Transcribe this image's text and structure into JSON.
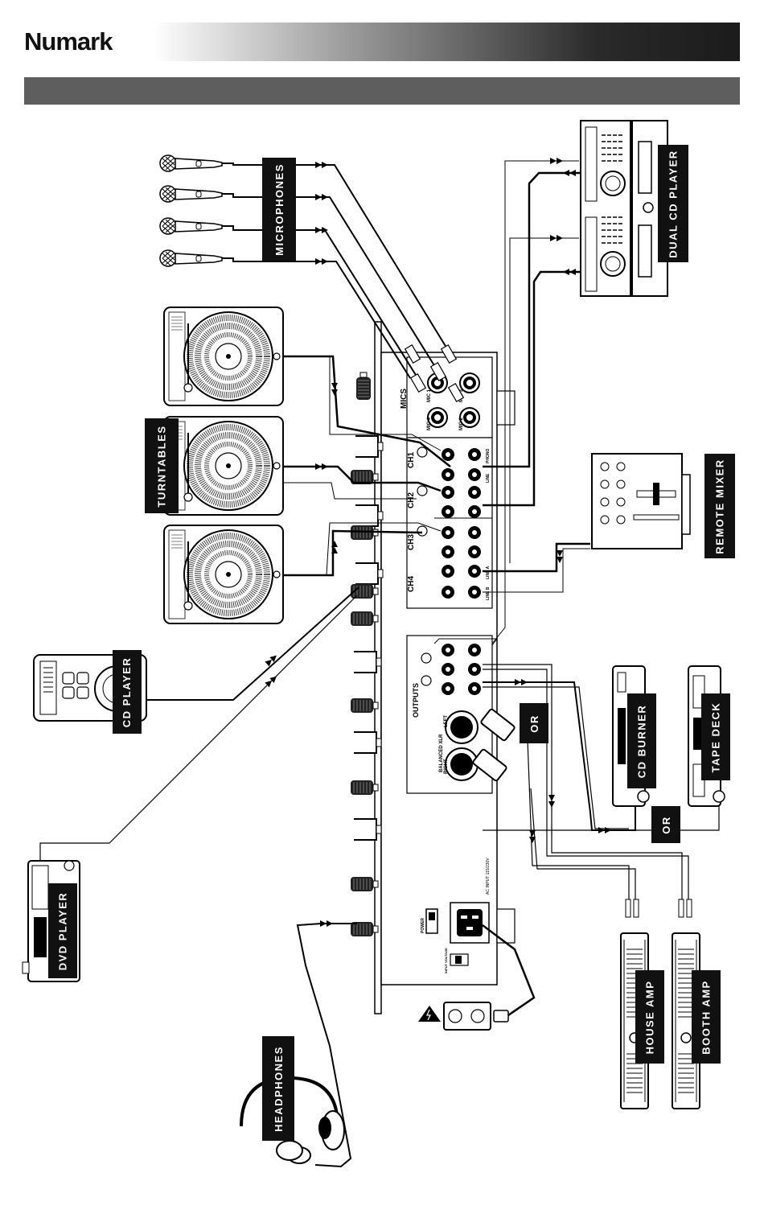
{
  "header": {
    "brand": "Numark"
  },
  "labels": {
    "microphones": "MICROPHONES",
    "turntables": "TURNTABLES",
    "cd_player": "CD PLAYER",
    "dvd_player": "DVD PLAYER",
    "headphones": "HEADPHONES",
    "dual_cd_player": "DUAL CD PLAYER",
    "remote_mixer": "REMOTE MIXER",
    "cd_burner": "CD BURNER",
    "tape_deck": "TAPE DECK",
    "house_amp": "HOUSE AMP",
    "booth_amp": "BOOTH AMP",
    "or_1": "OR",
    "or_2": "OR"
  },
  "mixer": {
    "mics": "MICS",
    "mic1": "MIC 1",
    "mic2": "MIC 2",
    "mic3": "MIC 3",
    "mic4": "MIC 4",
    "ch1": "CH1",
    "ch2": "CH2",
    "ch3": "CH3",
    "ch4": "CH4",
    "phono": "PHONO",
    "line": "LINE",
    "line_a": "LINE A",
    "line_b": "LINE B",
    "outputs": "OUTPUTS",
    "balanced_xlr": "BALANCED XLR",
    "left": "LEFT",
    "right": "RIGHT",
    "power": "POWER",
    "input_voltage": "INPUT VOLTAGE",
    "ac_input": "AC INPUT 115/230V"
  },
  "icons": [
    "microphone-icon",
    "turntable-icon",
    "cd-player-icon",
    "dvd-player-icon",
    "headphones-icon",
    "dual-cd-player-icon",
    "remote-mixer-icon",
    "cd-burner-icon",
    "tape-deck-icon",
    "amplifier-icon",
    "power-outlet-icon",
    "warning-icon",
    "rca-plug-icon",
    "xlr-plug-icon"
  ]
}
